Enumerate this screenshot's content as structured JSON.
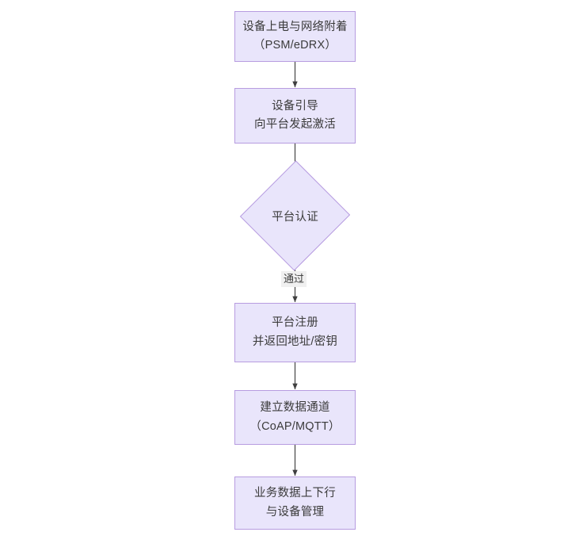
{
  "diagram": {
    "type": "flowchart",
    "orientation": "top-to-bottom",
    "background_color": "#ffffff",
    "node_fill_color": "#e9e5fb",
    "node_border_color": "#b79ce0",
    "node_text_color": "#3b3b3b",
    "connector_color": "#3f3f3f",
    "edge_label_background": "#f0f0f0",
    "nodes": [
      {
        "id": "n1",
        "shape": "rectangle",
        "line1": "设备上电与网络附着",
        "line2": "（PSM/eDRX）"
      },
      {
        "id": "n2",
        "shape": "rectangle",
        "line1": "设备引导",
        "line2": "向平台发起激活"
      },
      {
        "id": "n3",
        "shape": "diamond",
        "line1": "平台认证",
        "line2": ""
      },
      {
        "id": "n4",
        "shape": "rectangle",
        "line1": "平台注册",
        "line2": "并返回地址/密钥"
      },
      {
        "id": "n5",
        "shape": "rectangle",
        "line1": "建立数据通道",
        "line2": "（CoAP/MQTT）"
      },
      {
        "id": "n6",
        "shape": "rectangle",
        "line1": "业务数据上下行",
        "line2": "与设备管理"
      }
    ],
    "edges": [
      {
        "id": "e1",
        "from": "n1",
        "to": "n2",
        "label": ""
      },
      {
        "id": "e2",
        "from": "n2",
        "to": "n3",
        "label": ""
      },
      {
        "id": "e3",
        "from": "n3",
        "to": "n4",
        "label": "通过"
      },
      {
        "id": "e4",
        "from": "n4",
        "to": "n5",
        "label": ""
      },
      {
        "id": "e5",
        "from": "n5",
        "to": "n6",
        "label": ""
      }
    ]
  }
}
